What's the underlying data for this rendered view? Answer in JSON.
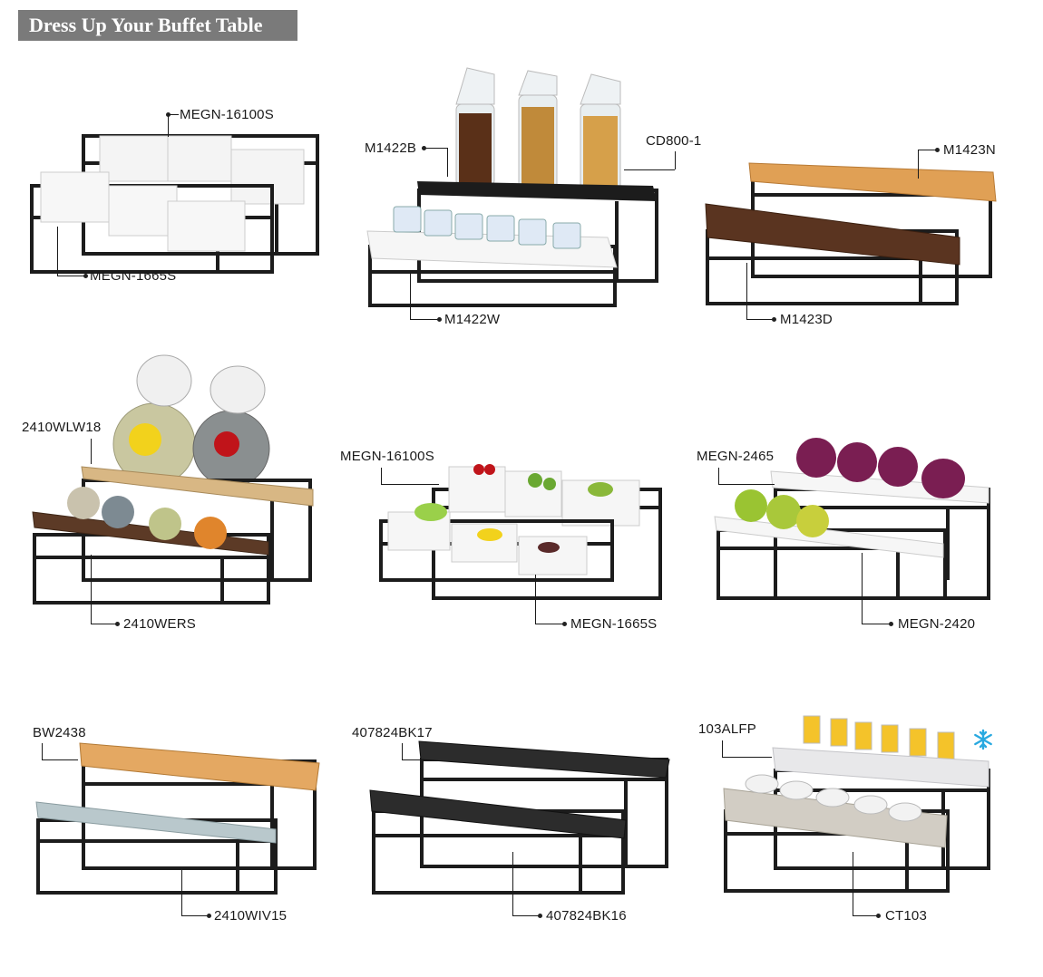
{
  "header": {
    "title": "Dress Up Your Buffet Table"
  },
  "products": [
    {
      "top": "MEGN-16100S",
      "bottom": "MEGN-1665S"
    },
    {
      "top_left": "M1422B",
      "top_right": "CD800-1",
      "bottom": "M1422W"
    },
    {
      "top": "M1423N",
      "bottom": "M1423D"
    },
    {
      "top": "2410WLW18",
      "bottom": "2410WERS"
    },
    {
      "top": "MEGN-16100S",
      "bottom": "MEGN-1665S"
    },
    {
      "top": "MEGN-2465",
      "bottom": "MEGN-2420"
    },
    {
      "top": "BW2438",
      "bottom": "2410WIV15"
    },
    {
      "top": "407824BK17",
      "bottom": "407824BK16"
    },
    {
      "top": "103ALFP",
      "bottom": "CT103"
    }
  ],
  "colors": {
    "banner": "#7a7a7a",
    "frame": "#1c1c1c",
    "white_tray": "#f4f4f4",
    "light_wood": "#e0a055",
    "dark_wood": "#5a3420",
    "chalkboard": "#2c2c2c"
  },
  "icons": {
    "snowflake": "snowflake-icon"
  }
}
